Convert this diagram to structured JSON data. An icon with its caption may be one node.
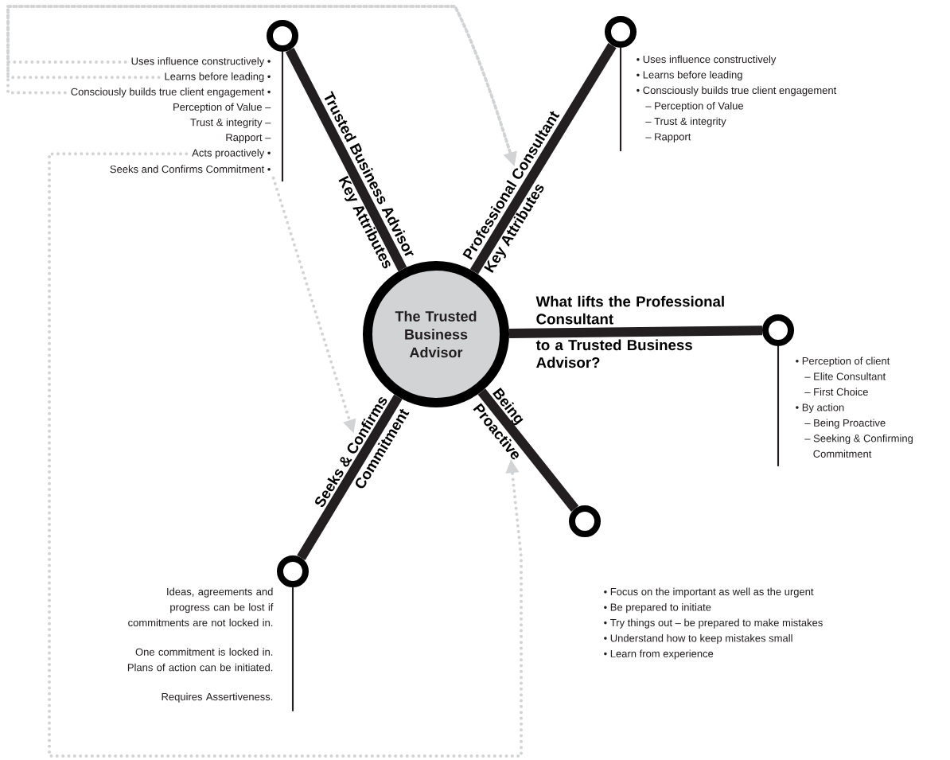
{
  "diagram": {
    "nodes": [
      {
        "text": [
          "The Trusted Business Advisor"
        ]
      },
      {
        "text": [],
        "shape": "circle"
      },
      {
        "text": [],
        "shape": "circle"
      },
      {
        "text": [],
        "shape": "circle"
      },
      {
        "text": [],
        "shape": "circle"
      },
      {
        "text": [],
        "shape": "circle"
      },
      {
        "text": [
          "Trusted Business Advisor",
          "Key Attributes"
        ]
      },
      {
        "text": [
          "Professional Consultant",
          "Key Attributes"
        ]
      },
      {
        "text": [
          "What lifts the Professional Consultant",
          "to a Trusted Business Advisor?"
        ]
      },
      {
        "text": [
          "Being",
          "Proactive"
        ]
      },
      {
        "text": [
          "Seeks & Confirms",
          "Commitment"
        ]
      },
      {
        "text": [
          "Uses influence constructively •"
        ]
      },
      {
        "text": [
          "Learns before leading •"
        ]
      },
      {
        "text": [
          "Consciously builds true client engagement •"
        ]
      },
      {
        "text": [
          "Perception of Value –"
        ]
      },
      {
        "text": [
          "Trust & integrity –"
        ]
      },
      {
        "text": [
          "Rapport –"
        ]
      },
      {
        "text": [
          "Acts proactively •"
        ]
      },
      {
        "text": [
          "Seeks and Confirms Commitment •"
        ]
      },
      {
        "text": [
          "• Uses influence constructively",
          "• Learns before leading",
          "• Consciously builds true client engagement",
          "– Perception of Value",
          "– Trust & integrity",
          "– Rapport"
        ]
      },
      {
        "text": [
          "• Perception of client",
          "– Elite Consultant",
          "– First Choice",
          "• By action",
          "– Being Proactive",
          "– Seeking & Confirming Commitment"
        ]
      },
      {
        "text": [
          "• Focus on the important as well as the urgent",
          "• Be prepared to initiate",
          "• Try things out – be prepared to make mistakes",
          "• Understand how to keep mistakes small",
          "• Learn from experience"
        ]
      },
      {
        "text": [
          "Ideas, agreements and progress can be lost if commitments are not locked in.",
          "One commitment is locked in. Plans of action can be initiated.",
          "Requires Assertiveness."
        ]
      }
    ],
    "edges": [
      {
        "from": 0,
        "to": 1,
        "arrow": "none",
        "style": "thick"
      },
      {
        "from": 0,
        "to": 2,
        "arrow": "none",
        "style": "thick"
      },
      {
        "from": 0,
        "to": 3,
        "arrow": "none",
        "style": "thick"
      },
      {
        "from": 0,
        "to": 4,
        "arrow": "none",
        "style": "thick"
      },
      {
        "from": 0,
        "to": 5,
        "arrow": "none",
        "style": "thick"
      },
      {
        "from": 11,
        "to": 7,
        "arrow": "to",
        "style": "dashed",
        "color": "#d1d3d4"
      },
      {
        "from": 12,
        "to": 7,
        "arrow": "to",
        "style": "dashed",
        "color": "#d1d3d4"
      },
      {
        "from": 13,
        "to": 7,
        "arrow": "to",
        "style": "dashed",
        "color": "#d1d3d4"
      },
      {
        "from": 17,
        "to": 9,
        "arrow": "to",
        "style": "dashed",
        "color": "#d1d3d4"
      },
      {
        "from": 18,
        "to": 10,
        "arrow": "to",
        "style": "dashed",
        "color": "#d1d3d4"
      },
      {
        "from": 1,
        "to": 18,
        "arrow": "none"
      },
      {
        "from": 2,
        "to": 19,
        "arrow": "none"
      },
      {
        "from": 3,
        "to": 20,
        "arrow": "none"
      },
      {
        "from": 5,
        "to": 22,
        "arrow": "none"
      }
    ]
  }
}
